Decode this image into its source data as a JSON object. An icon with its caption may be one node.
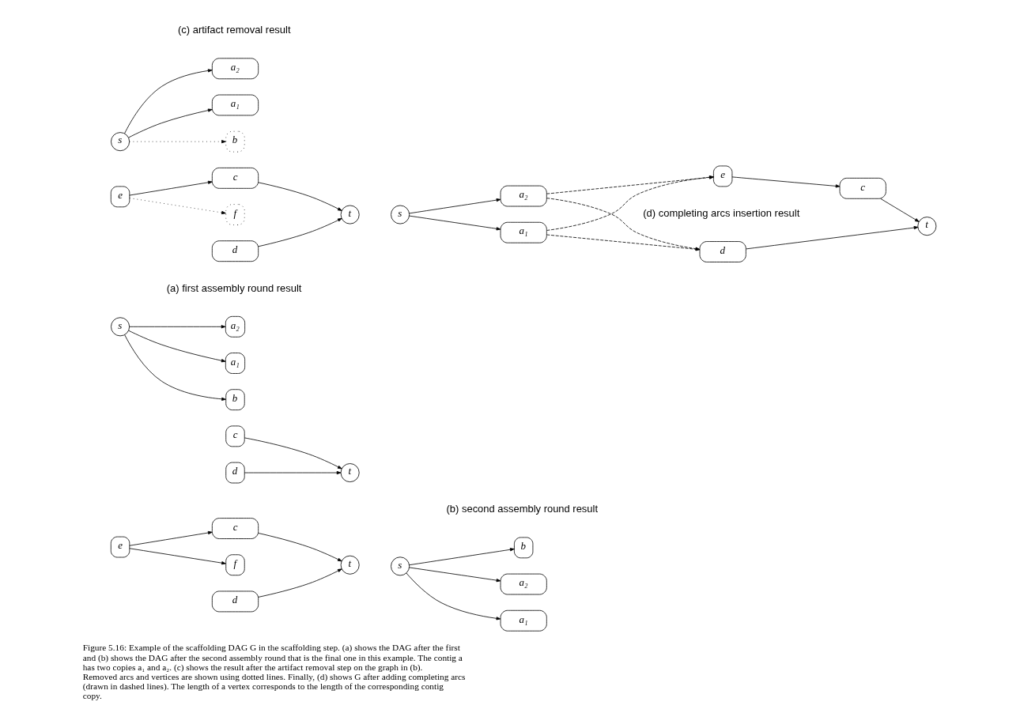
{
  "diagram": {
    "caption": "Figure 5.16: Example of the scaffolding DAG G in the scaffolding step. (a) shows the DAG after the first and (b) shows the DAG after the second assembly round that is the final one in this example. The contig a has two copies a₁ and a₂. (c) shows the result after the artifact removal step on the graph in (b). Removed arcs and vertices are shown using dotted lines. Finally, (d) shows G after adding completing arcs (drawn in dashed lines). The length of a vertex corresponds to the length of the corresponding contig copy.",
    "nodes": [
      {
        "text": [
          "s"
        ]
      },
      {
        "text": [
          "a₁"
        ]
      },
      {
        "text": [
          "a₂"
        ]
      },
      {
        "text": [
          "b"
        ]
      },
      {
        "text": [
          "c"
        ]
      },
      {
        "text": [
          "t"
        ]
      },
      {
        "text": [
          "d"
        ]
      },
      {
        "text": [
          "s"
        ]
      },
      {
        "text": [
          "a₁"
        ]
      },
      {
        "text": [
          "a₂"
        ]
      },
      {
        "text": [
          "b"
        ]
      },
      {
        "text": [
          "e"
        ]
      },
      {
        "text": [
          "f"
        ]
      },
      {
        "text": [
          "c"
        ]
      },
      {
        "text": [
          "t"
        ]
      },
      {
        "text": [
          "d"
        ]
      },
      {
        "text": [
          "s"
        ]
      },
      {
        "text": [
          "a₁"
        ]
      },
      {
        "text": [
          "a₂"
        ]
      },
      {
        "text": [
          "b"
        ]
      },
      {
        "text": [
          "e"
        ]
      },
      {
        "text": [
          "f"
        ]
      },
      {
        "text": [
          "c"
        ]
      },
      {
        "text": [
          "t"
        ]
      },
      {
        "text": [
          "d"
        ]
      },
      {
        "text": [
          "s"
        ]
      },
      {
        "text": [
          "a₁"
        ]
      },
      {
        "text": [
          "a₂"
        ]
      },
      {
        "text": [
          "e"
        ]
      },
      {
        "text": [
          "c"
        ]
      },
      {
        "text": [
          "t"
        ]
      },
      {
        "text": [
          "d"
        ]
      }
    ],
    "edges": [
      {
        "from": 0,
        "to": 1,
        "arrow": "to"
      },
      {
        "from": 0,
        "to": 2,
        "arrow": "to"
      },
      {
        "from": 0,
        "to": 3,
        "arrow": "to"
      },
      {
        "from": 4,
        "to": 5,
        "arrow": "to"
      },
      {
        "from": 6,
        "to": 5,
        "arrow": "to"
      },
      {
        "from": 7,
        "to": 8,
        "arrow": "to"
      },
      {
        "from": 7,
        "to": 9,
        "arrow": "to"
      },
      {
        "from": 7,
        "to": 10,
        "arrow": "to"
      },
      {
        "from": 11,
        "to": 12,
        "arrow": "to"
      },
      {
        "from": 11,
        "to": 13,
        "arrow": "to"
      },
      {
        "from": 13,
        "to": 14,
        "arrow": "to"
      },
      {
        "from": 15,
        "to": 14,
        "arrow": "to"
      },
      {
        "from": 16,
        "to": 17,
        "arrow": "to"
      },
      {
        "from": 16,
        "to": 18,
        "arrow": "to"
      },
      {
        "from": 16,
        "to": 19,
        "arrow": "to",
        "style": "dashed"
      },
      {
        "from": 20,
        "to": 21,
        "arrow": "to",
        "style": "dashed"
      },
      {
        "from": 20,
        "to": 22,
        "arrow": "to"
      },
      {
        "from": 22,
        "to": 23,
        "arrow": "to"
      },
      {
        "from": 24,
        "to": 23,
        "arrow": "to"
      },
      {
        "from": 25,
        "to": 26,
        "arrow": "to"
      },
      {
        "from": 25,
        "to": 27,
        "arrow": "to"
      },
      {
        "from": 26,
        "to": 28,
        "arrow": "to",
        "style": "dashed"
      },
      {
        "from": 26,
        "to": 31,
        "arrow": "to",
        "style": "dashed"
      },
      {
        "from": 27,
        "to": 28,
        "arrow": "to",
        "style": "dashed"
      },
      {
        "from": 27,
        "to": 31,
        "arrow": "to",
        "style": "dashed"
      },
      {
        "from": 28,
        "to": 29,
        "arrow": "to"
      },
      {
        "from": 29,
        "to": 30,
        "arrow": "to"
      },
      {
        "from": 31,
        "to": 30,
        "arrow": "to"
      }
    ],
    "labels": [
      "(a) first assembly round result",
      "(b) second assembly round result",
      "(c) artifact removal result",
      "(d) completing arcs insertion result"
    ]
  }
}
